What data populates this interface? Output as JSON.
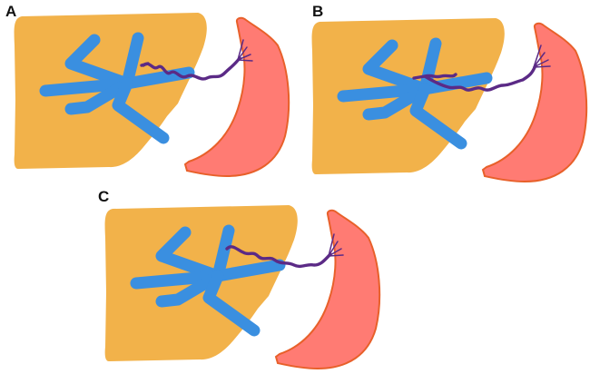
{
  "colors": {
    "liver": "#F2B24A",
    "portal_vein": "#3A8FE0",
    "collateral_vessel": "#5B2A86",
    "organ": "#FF7B73",
    "organ_outline": "#E8602A",
    "background": "#FFFFFF"
  },
  "panels": [
    {
      "label": "A"
    },
    {
      "label": "B"
    },
    {
      "label": "C"
    }
  ]
}
